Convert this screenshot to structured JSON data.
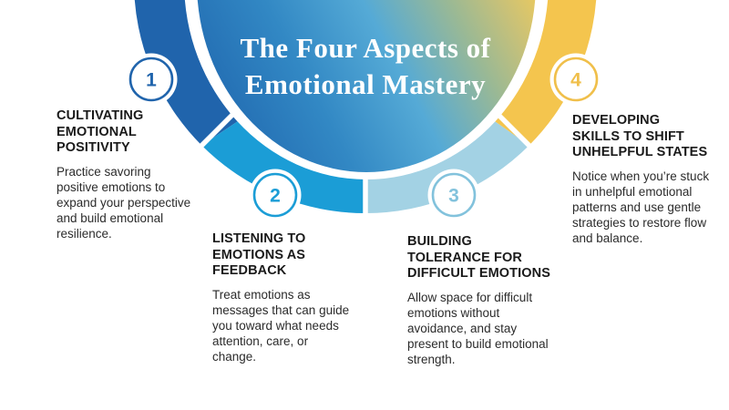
{
  "title": {
    "line1": "The Four Aspects of",
    "line2": "Emotional Mastery",
    "text_color": "#ffffff"
  },
  "graphic": {
    "gradient": {
      "stop_blue_dark": "#1c60aa",
      "stop_blue_mid": "#3288c4",
      "stop_cyan": "#55aad6",
      "stop_olive": "#9bb994",
      "stop_khaki": "#c9c178",
      "stop_yellow": "#ecca5e"
    },
    "segment_colors": [
      "#2064ac",
      "#1b9dd6",
      "#a3d2e4",
      "#f4c54e"
    ],
    "divider_color": "#ffffff"
  },
  "aspects": [
    {
      "number": "1",
      "color": "#2064ac",
      "heading_lines": [
        "CULTIVATING",
        "EMOTIONAL",
        "POSITIVITY"
      ],
      "body": "Practice savoring positive emotions to expand your perspective and build emotional resilience."
    },
    {
      "number": "2",
      "color": "#1b9dd6",
      "heading_lines": [
        "LISTENING TO",
        "EMOTIONS AS",
        "FEEDBACK"
      ],
      "body": "Treat emotions as messages that can guide you toward what needs attention, care, or change."
    },
    {
      "number": "3",
      "color": "#82c2dc",
      "heading_lines": [
        "BUILDING",
        "TOLERANCE FOR",
        "DIFFICULT EMOTIONS"
      ],
      "body": "Allow space for difficult emotions without avoidance, and stay present to build emotional strength."
    },
    {
      "number": "4",
      "color": "#f0bf4a",
      "heading_lines": [
        "DEVELOPING",
        "SKILLS TO SHIFT",
        "UNHELPFUL STATES"
      ],
      "body": "Notice when you’re stuck in unhelpful emotional patterns and use gentle strategies to restore flow and balance."
    }
  ]
}
